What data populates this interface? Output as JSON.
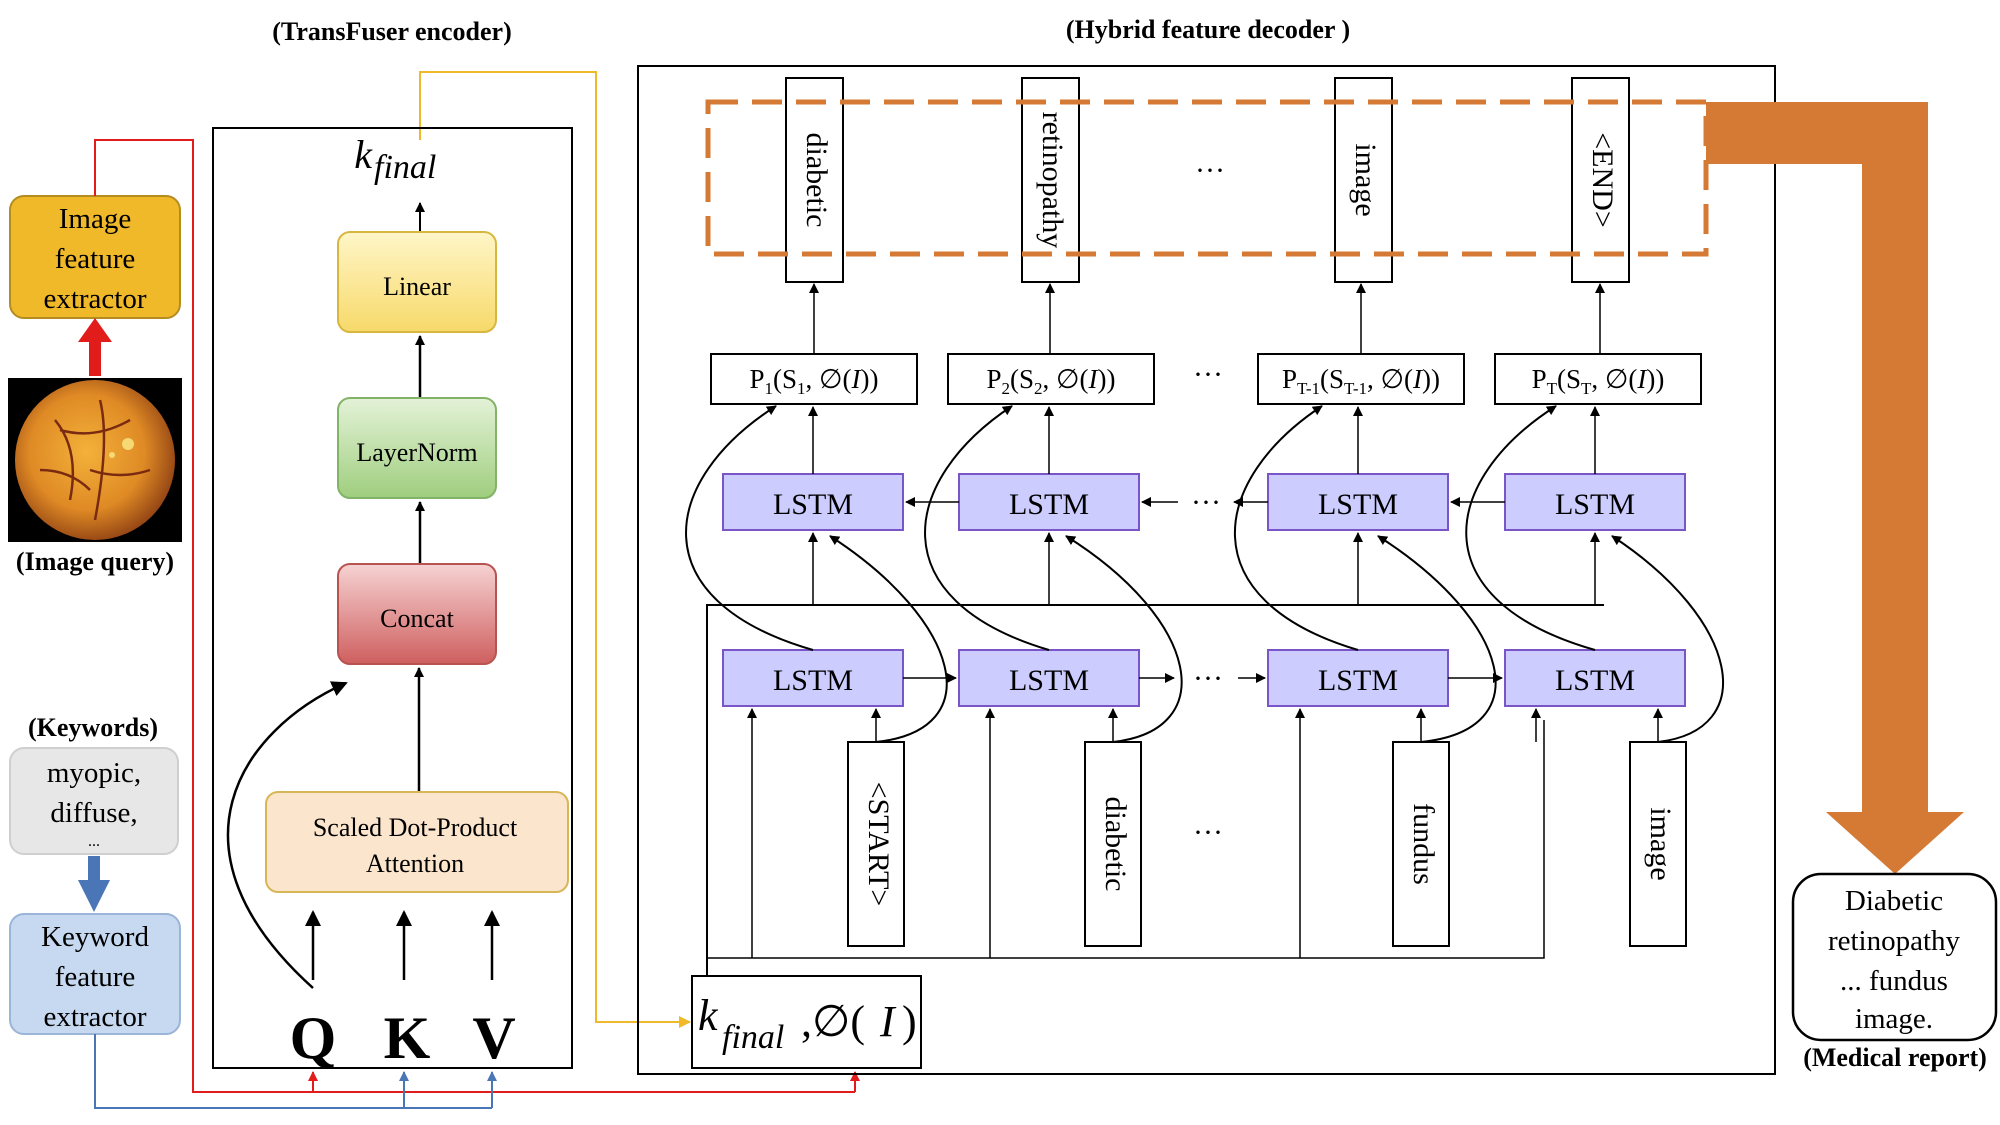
{
  "titles": {
    "encoder": "(TransFuser encoder)",
    "decoder": "(Hybrid feature decoder )"
  },
  "left": {
    "image_extractor": [
      "Image",
      "feature",
      "extractor"
    ],
    "image_query_label": "(Image query)",
    "keywords_label": "(Keywords)",
    "keywords": [
      "myopic,",
      "diffuse,",
      "..."
    ],
    "keyword_extractor": [
      "Keyword",
      "feature",
      "extractor"
    ]
  },
  "encoder": {
    "output": "k",
    "output_sub": "final",
    "linear": "Linear",
    "layernorm": "LayerNorm",
    "concat": "Concat",
    "attention": [
      "Scaled Dot-Product",
      "Attention"
    ],
    "q": "Q",
    "k": "K",
    "v": "V"
  },
  "decoder": {
    "outputs": [
      "diabetic",
      "retinopathy",
      "image",
      "<END>"
    ],
    "inputs": [
      "<START>",
      "diabetic",
      "fundus",
      "image"
    ],
    "lstm": "LSTM",
    "ellipsis": "···",
    "probs": [
      {
        "p": "1",
        "s": "1"
      },
      {
        "p": "2",
        "s": "2"
      },
      {
        "p": "T-1",
        "s": "T-1"
      },
      {
        "p": "T",
        "s": "T"
      }
    ],
    "prob_prefix": "P",
    "prob_s": "(S",
    "prob_tail": ", ∅(",
    "prob_i": "I",
    "prob_end": "))",
    "input_k": "k",
    "input_sub": "final",
    "input_phi": ",∅(",
    "input_i": "I",
    "input_close": ")"
  },
  "report": {
    "lines": [
      "Diabetic",
      "retinopathy",
      "... fundus",
      "image."
    ],
    "label": "(Medical report)"
  },
  "colors": {
    "image_extractor_fill": "#f0b92a",
    "keyword_extractor_fill": "#c6d9f0",
    "keywords_fill": "#e7e7e7",
    "lstm_fill": "#ccccff",
    "lstm_stroke": "#7a55c8",
    "red_line": "#e21b1b",
    "blue_line": "#4a76b8",
    "yellow_line": "#f0b92a",
    "orange": "#d47a35"
  }
}
